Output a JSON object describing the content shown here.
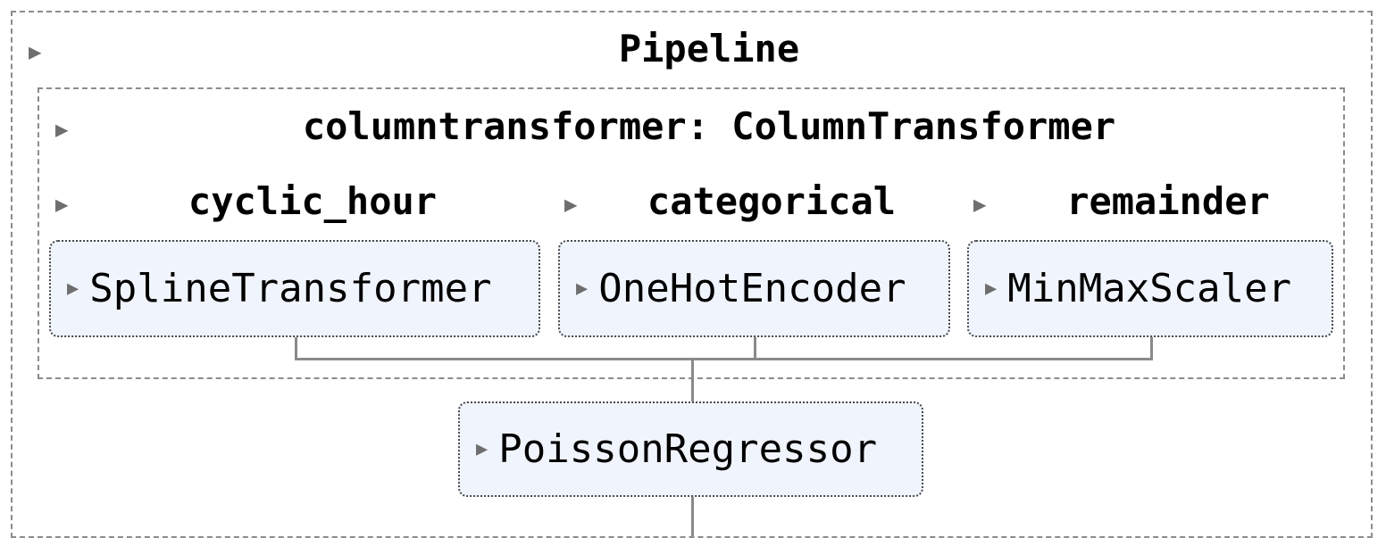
{
  "pipeline": {
    "arrow": "▶",
    "title": "Pipeline"
  },
  "column_transformer": {
    "arrow": "▶",
    "title": "columntransformer: ColumnTransformer",
    "branches": [
      {
        "arrow": "▶",
        "label": "cyclic_hour",
        "estimator_arrow": "▶",
        "estimator": "SplineTransformer"
      },
      {
        "arrow": "▶",
        "label": "categorical",
        "estimator_arrow": "▶",
        "estimator": "OneHotEncoder"
      },
      {
        "arrow": "▶",
        "label": "remainder",
        "estimator_arrow": "▶",
        "estimator": "MinMaxScaler"
      }
    ]
  },
  "final_estimator": {
    "arrow": "▶",
    "name": "PoissonRegressor"
  },
  "colors": {
    "estimator_fill": "#f0f5fd",
    "dashed_border": "#8c8c8c",
    "dotted_border": "#4a4a4a",
    "connector": "#8a8a8a"
  }
}
